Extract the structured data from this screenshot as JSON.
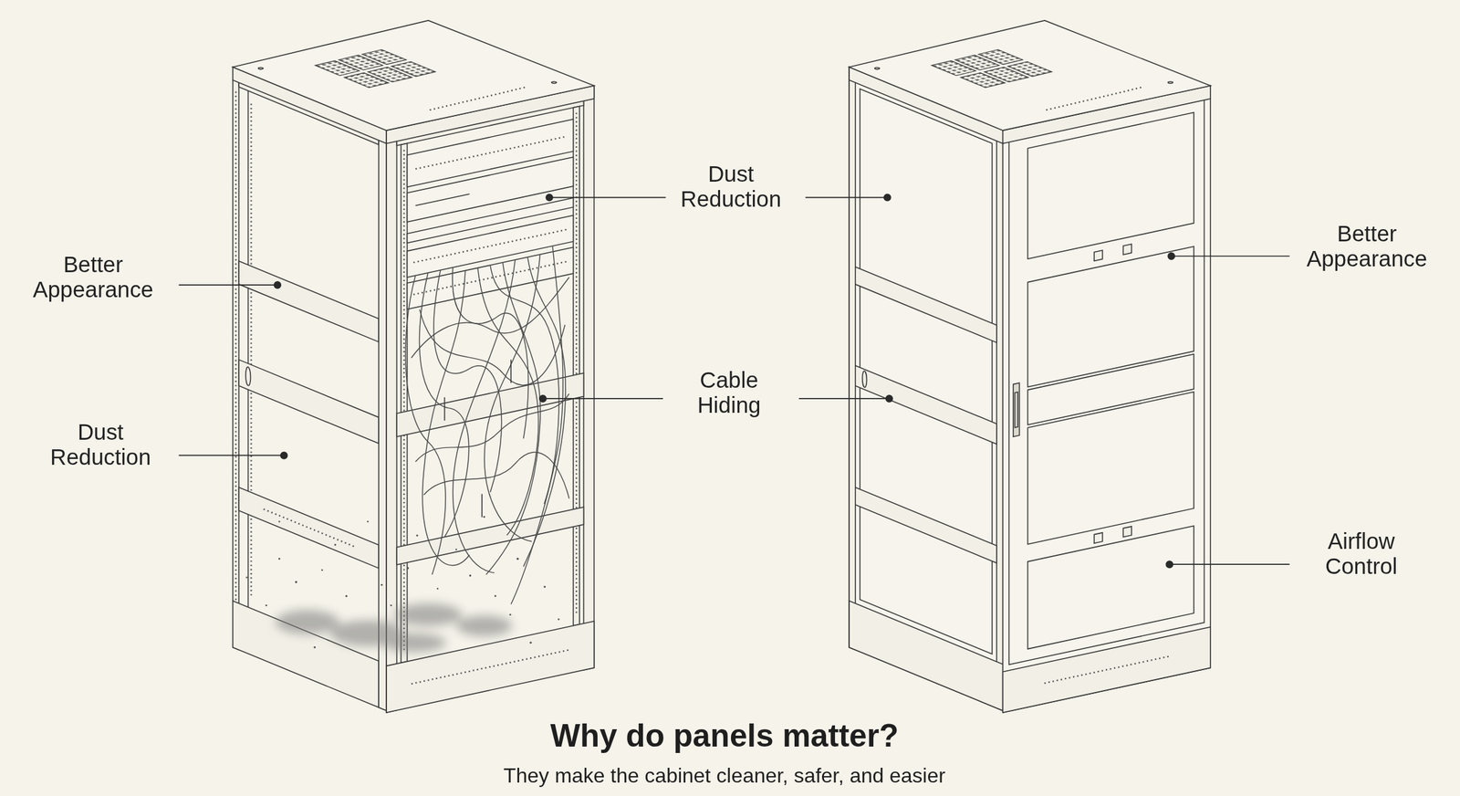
{
  "diagram": {
    "title": "Why do panels matter?",
    "caption": "They make the cabinet cleaner, safer, and easier",
    "labels": [
      "Better Appearance",
      "Dust Reduction",
      "Dust Reduction",
      "Cable Hiding",
      "Better Appearance",
      "Airflow Control"
    ]
  }
}
